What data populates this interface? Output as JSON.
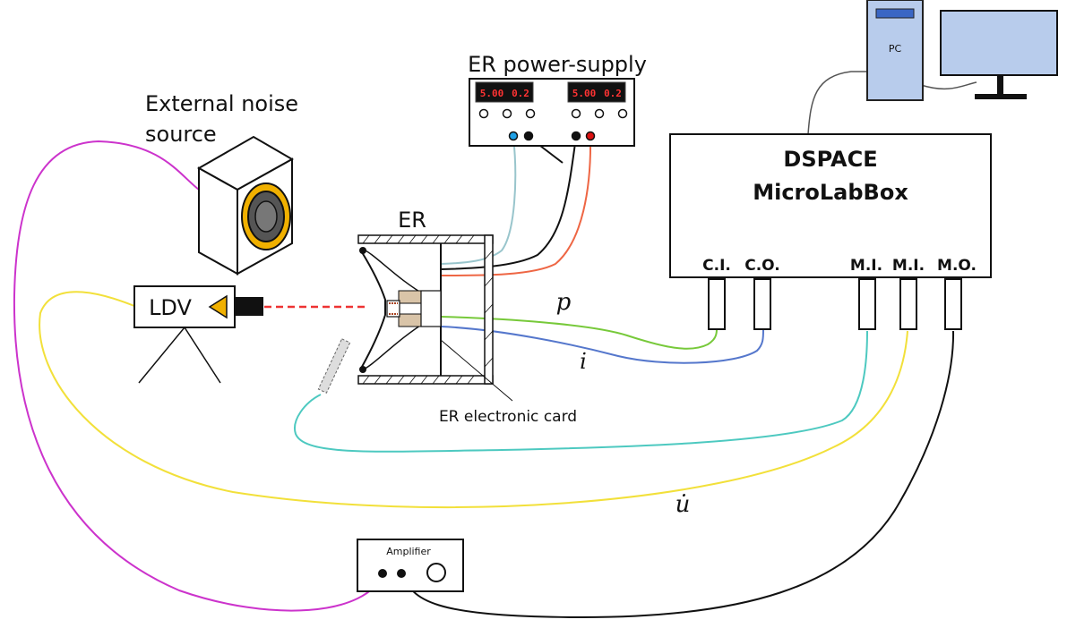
{
  "labels": {
    "noise_source_line1": "External noise",
    "noise_source_line2": "source",
    "power_supply": "ER power-supply",
    "er": "ER",
    "er_card": "ER electronic card",
    "dspace_line1": "DSPACE",
    "dspace_line2": "MicroLabBox",
    "pc": "PC",
    "ldv": "LDV",
    "amplifier": "Amplifier"
  },
  "psu_displays": [
    {
      "v": "5.00",
      "a": "0.2"
    },
    {
      "v": "5.00",
      "a": "0.2"
    }
  ],
  "ports": [
    "C.I.",
    "C.O.",
    "M.I.",
    "M.I.",
    "M.O."
  ],
  "signals": {
    "p": "p",
    "i": "i",
    "u": "u̇"
  },
  "colors": {
    "magenta": "#cc33cc",
    "yellow": "#f2e03a",
    "cyan": "#4dc9c0",
    "green": "#77c93a",
    "blue": "#5577cc",
    "orange_red": "#ee6644",
    "light_blue_cable": "#99c5cc",
    "speaker_gold": "#f0b000",
    "laser_red": "#ee3333",
    "pc_blue": "#b8ccec",
    "lcd_red": "#ff3333"
  }
}
